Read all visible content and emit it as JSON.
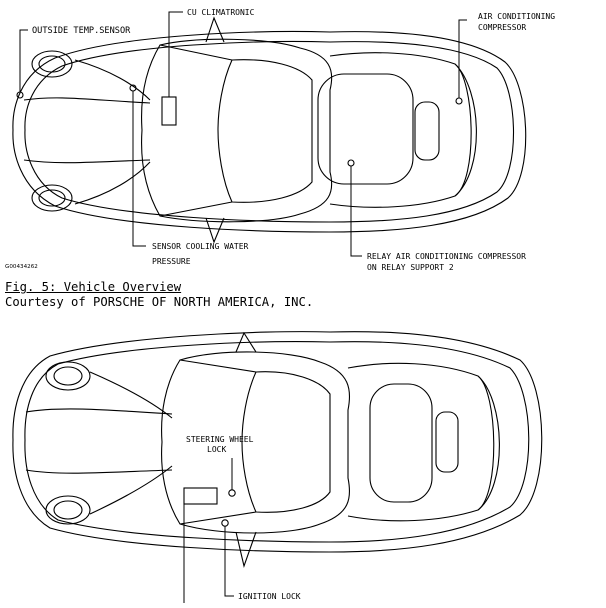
{
  "figure1": {
    "labels": {
      "outside_temp_sensor": "OUTSIDE TEMP.SENSOR",
      "cu_climatronic": "CU CLIMATRONIC",
      "ac_compressor_line1": "AIR CONDITIONING",
      "ac_compressor_line2": "COMPRESSOR",
      "sensor_cooling_line1": "SENSOR COOLING WATER",
      "sensor_cooling_line2": "PRESSURE",
      "relay_line1": "RELAY AIR CONDITIONING COMPRESSOR",
      "relay_line2": "ON RELAY SUPPORT 2"
    },
    "image_code": "G00434262",
    "caption_title": "Fig. 5: Vehicle Overview",
    "caption_credit": "Courtesy of PORSCHE OF NORTH AMERICA, INC."
  },
  "figure2": {
    "labels": {
      "steering_lock_line1": "STEERING WHEEL",
      "steering_lock_line2": "LOCK",
      "ignition_lock": "IGNITION LOCK"
    }
  }
}
